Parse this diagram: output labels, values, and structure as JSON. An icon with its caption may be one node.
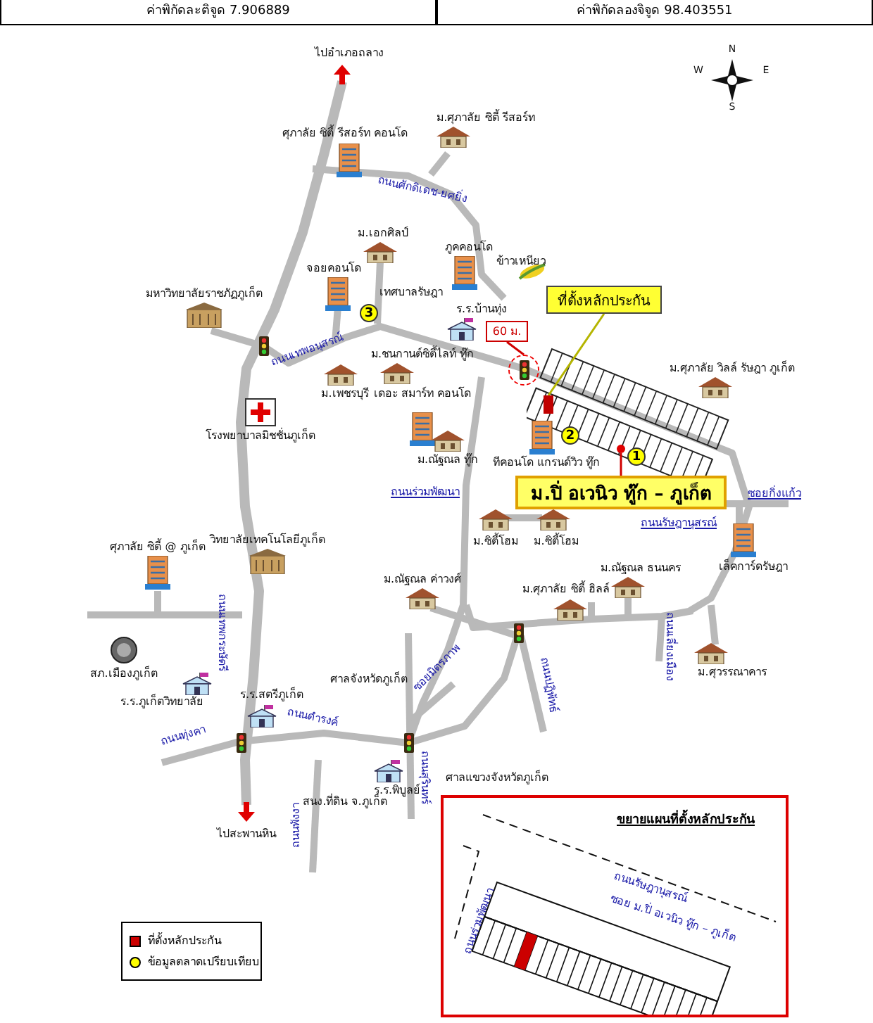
{
  "diagram": {
    "nodes": [
      {
        "text": [
          "ที่ตั้งหลักประกัน"
        ]
      },
      {
        "text": [],
        "shape": "box"
      },
      {
        "text": [
          "ม.ปิ่ อเวนิว ทู๊ก – ภูเก็ต"
        ]
      },
      {
        "text": [],
        "shape": "circle"
      },
      {
        "text": [
          "60 ม."
        ]
      },
      {
        "text": [],
        "shape": "circle"
      },
      {
        "text": [
          "ขยายแผนที่ตั้งหลักประกัน"
        ]
      }
    ],
    "edges": [
      {
        "from": 0,
        "to": 1,
        "arrow": "none",
        "color": "#b5b500"
      },
      {
        "from": 2,
        "to": 3,
        "arrow": "none"
      },
      {
        "from": 4,
        "to": 5,
        "arrow": "none"
      }
    ],
    "labels": [
      "ค่าพิกัดละติจูด 7.906889",
      "ค่าพิกัดลองจิจูด 98.403551",
      "N",
      "W",
      "E",
      "S",
      "ไปอำเภอถลาง",
      "ม.ศุภาลัย ซิตี้ รีสอร์ท",
      "ศุภาลัย ซิตี้ รีสอร์ท คอนโด",
      "ถนนศักดิเดช-ยศยิ่ง",
      "ม.เอกศิลป์",
      "จอยคอนโด",
      "ภูคคอนโด",
      "ข้าวเหนียว",
      "เทศบาลรัษฎา",
      "ร.ร.บ้านทุ่ง",
      "มหาวิทยาลัยราชภัฏภูเก็ต",
      "3",
      "ถนนเทพอนุสรณ์",
      "ม.ชนกานต์ซิตี้ไลท์ ทู๊ก",
      "ม.เพชรบุรี",
      "เดอะ สมาร์ท คอนโด",
      "ม.ศุภาลัย วิลล์ รัษฎา ภูเก็ต",
      "โรงพยาบาลมิชชั่นภูเก็ต",
      "2",
      "1",
      "ม.ณัฐณล ทู๊ก",
      "ทีคอนโด แกรนด์วิว ทู๊ก",
      "ถนนร่วมพัฒนา",
      "ซอยกิ่งแก้ว",
      "ถนนรัษฎานุสรณ์",
      "ม.ซิตี้โฮม",
      "ม.ซิตี้โฮม",
      "ศุภาลัย ซิตี้ @ ภูเก็ต",
      "วิทยาลัยเทคโนโลยีภูเก็ต",
      "เล็คการ์ดรัษฎา",
      "ม.ณัฐณล ค่าวงศ์",
      "ม.ณัฐณล ธนนคร",
      "ม.ศุภาลัย ซิตี้ ฮิลล์",
      "ถนนเทพกระษัตรี",
      "ม.ศุวรรณาคาร",
      "ถนนเลี่ยงเมือง",
      "สภ.เมืองภูเก็ต",
      "ร.ร.ภูเก็ตวิทยาลัย",
      "ร.ร.สตรีภูเก็ต",
      "ศาลจังหวัดภูเก็ต",
      "ซอยมิตรภาพ",
      "ถนนปฏิพัทธ์",
      "ถนนทุ่งคา",
      "ถนนดำรงค์",
      "ร.ร.พิบูลย์",
      "สนง.ที่ดิน จ.ภูเก็ต",
      "ถนนสุรินทร์",
      "ศาลแขวงจังหวัดภูเก็ต",
      "ถนนพังงา",
      "ไปสะพานหิน",
      "ถนนรัษฎานุสรณ์",
      "ถนนร่วมพัฒนา",
      "ซอย ม.ปิ่ อเวนิว ทู๊ก – ภูเก็ต"
    ],
    "legend": [
      {
        "text": "ที่ตั้งหลักประกัน",
        "color": "#cc0000"
      },
      {
        "text": "ข้อมูลตลาดเปรียบเทียบ",
        "color": "#ffff00"
      }
    ]
  }
}
